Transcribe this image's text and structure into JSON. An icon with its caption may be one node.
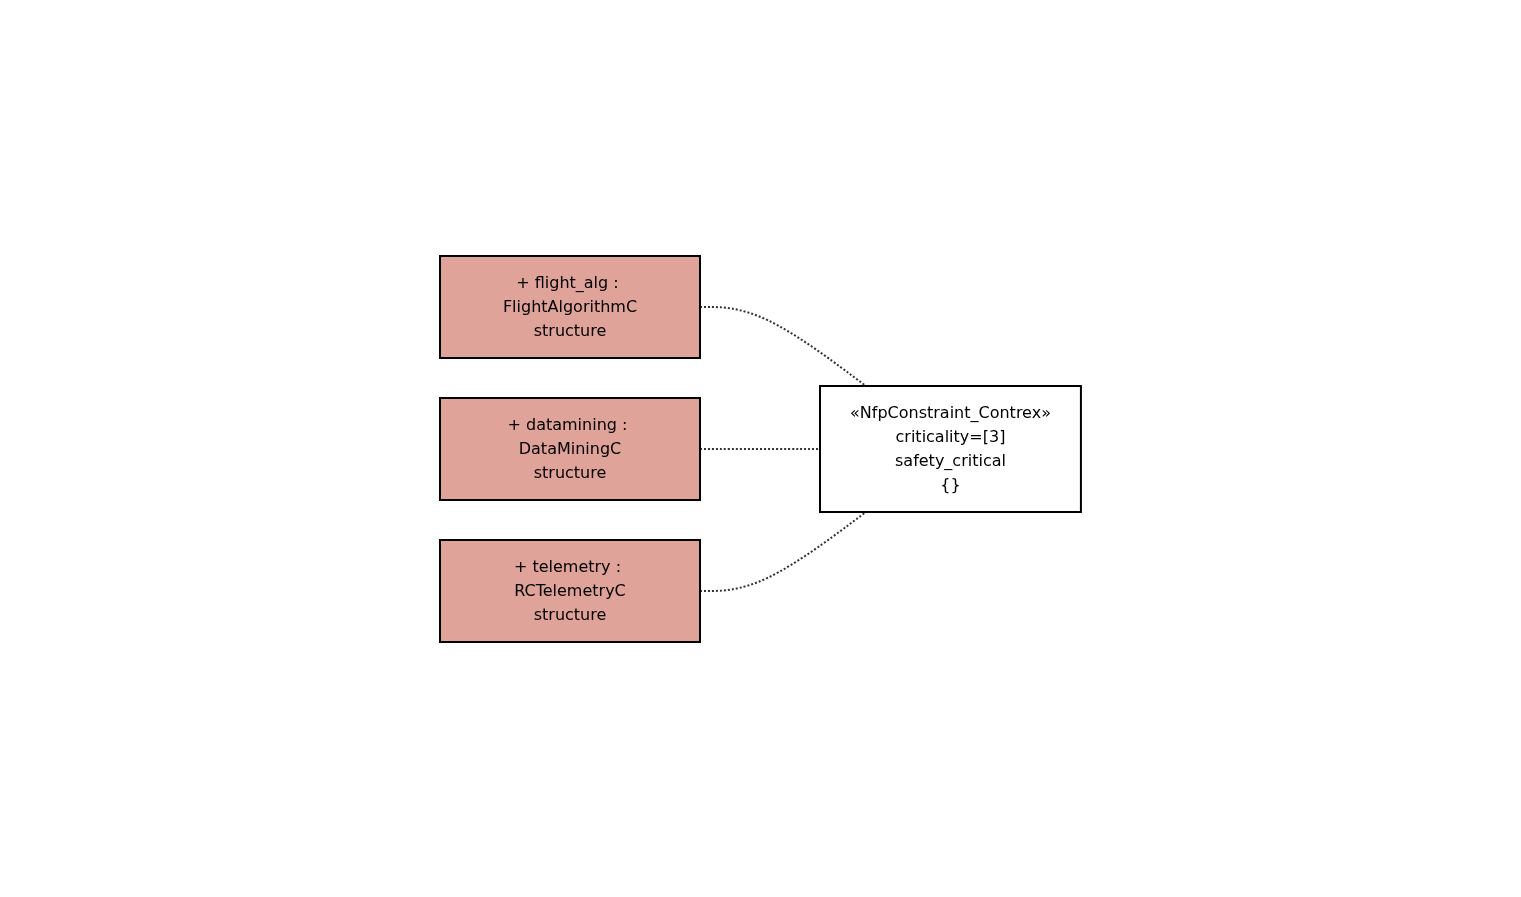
{
  "diagram": {
    "nodes": [
      {
        "text": [
          "+ flight_alg : FlightAlgorithmC",
          "structure"
        ]
      },
      {
        "text": [
          "«NfpConstraint_Contrex»",
          "criticality=[3]",
          "safety_critical",
          "{}"
        ]
      },
      {
        "text": [
          "+ datamining : DataMiningC",
          "structure"
        ]
      },
      {
        "text": [
          "+ telemetry : RCTelemetryC",
          "structure"
        ]
      }
    ],
    "edges": [
      {
        "from": 0,
        "to": 1,
        "arrow": "none",
        "style": "dashed"
      },
      {
        "from": 2,
        "to": 1,
        "arrow": "none",
        "style": "dashed"
      },
      {
        "from": 3,
        "to": 1,
        "arrow": "none",
        "style": "dashed"
      }
    ]
  }
}
